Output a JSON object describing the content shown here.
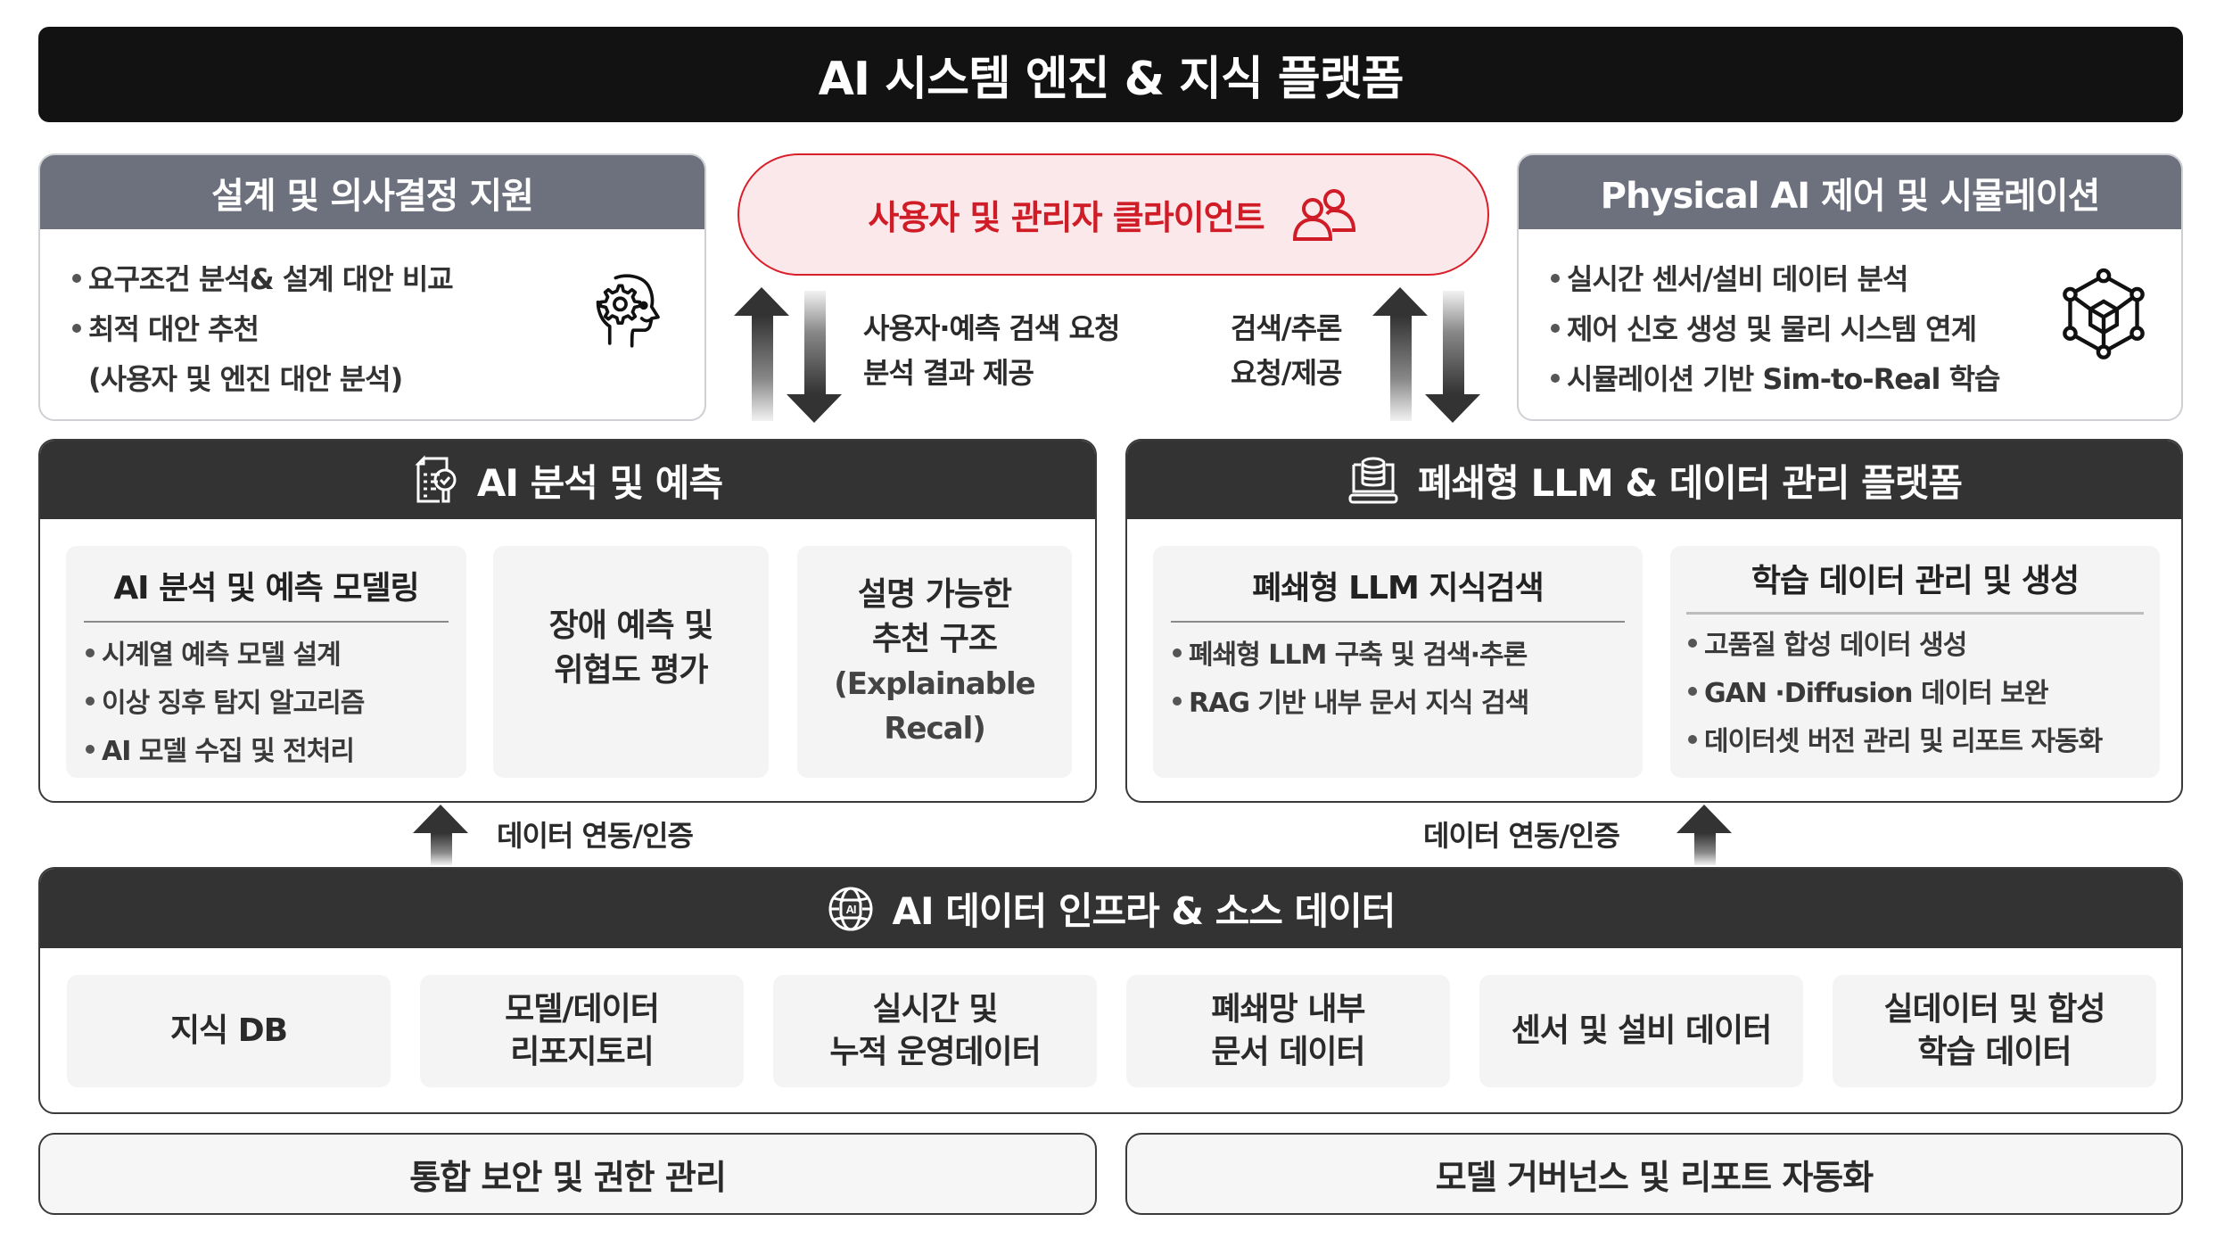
{
  "title": "AI 시스템 엔진 & 지식 플랫폼",
  "design_support": {
    "header": "설계 및 의사결정 지원",
    "items": [
      "요구조건 분석& 설계 대안 비교",
      "최적 대안 추천",
      "(사용자 및 엔진 대안 분석)"
    ],
    "icon": "head-gear-icon"
  },
  "client": {
    "label": "사용자 및 관리자 클라이언트",
    "icon": "users-icon",
    "accent": "#d01c27",
    "background": "#fbe8ea"
  },
  "physical_ai": {
    "header": "Physical AI 제어 및 시뮬레이션",
    "items": [
      "실시간 센서/설비 데이터 분석",
      "제어 신호 생성 및 물리 시스템 연계",
      "시뮬레이션 기반 Sim-to-Real 학습"
    ],
    "icon": "cube-network-icon"
  },
  "flows": {
    "left_label_1": "사용자·예측 검색 요청",
    "left_label_2": "분석 결과 제공",
    "right_label_1": "검색/추론",
    "right_label_2": "요청/제공",
    "bottom_left_label": "데이터 연동/인증",
    "bottom_right_label": "데이터 연동/인증"
  },
  "ai_analysis": {
    "header": "AI 분석 및 예측",
    "icon": "report-check-icon",
    "modeling": {
      "title": "AI 분석 및 예측 모델링",
      "items": [
        "시계열 예측 모델 설계",
        "이상 징후 탐지 알고리즘",
        "AI 모델 수집 및 전처리"
      ]
    },
    "failure": {
      "line1": "장애 예측 및",
      "line2": "위협도 평가"
    },
    "explainable": {
      "line1": "설명 가능한",
      "line2": "추천 구조",
      "line3": "(Explainable",
      "line4": "Recal)"
    }
  },
  "llm_platform": {
    "header": "폐쇄형 LLM & 데이터 관리 플랫폼",
    "icon": "laptop-database-icon",
    "search": {
      "title": "폐쇄형 LLM 지식검색",
      "items": [
        "폐쇄형 LLM 구축 및 검색·추론",
        "RAG 기반 내부 문서 지식 검색"
      ]
    },
    "training": {
      "title": "학습 데이터 관리 및 생성",
      "items": [
        "고품질 합성 데이터 생성",
        "GAN ·Diffusion 데이터 보완",
        "데이터셋 버전 관리 및 리포트 자동화"
      ]
    }
  },
  "infra": {
    "header": "AI 데이터 인프라 & 소스 데이터",
    "icon": "ai-globe-icon",
    "sources": [
      {
        "line1": "지식 DB",
        "line2": ""
      },
      {
        "line1": "모델/데이터",
        "line2": "리포지토리"
      },
      {
        "line1": "실시간 및",
        "line2": "누적 운영데이터"
      },
      {
        "line1": "폐쇄망 내부",
        "line2": "문서 데이터"
      },
      {
        "line1": "센서 및 설비 데이터",
        "line2": ""
      },
      {
        "line1": "실데이터 및 합성",
        "line2": "학습 데이터"
      }
    ]
  },
  "footer": {
    "left": "통합 보안 및 권한 관리",
    "right": "모델 거버넌스 및 리포트 자동화"
  }
}
